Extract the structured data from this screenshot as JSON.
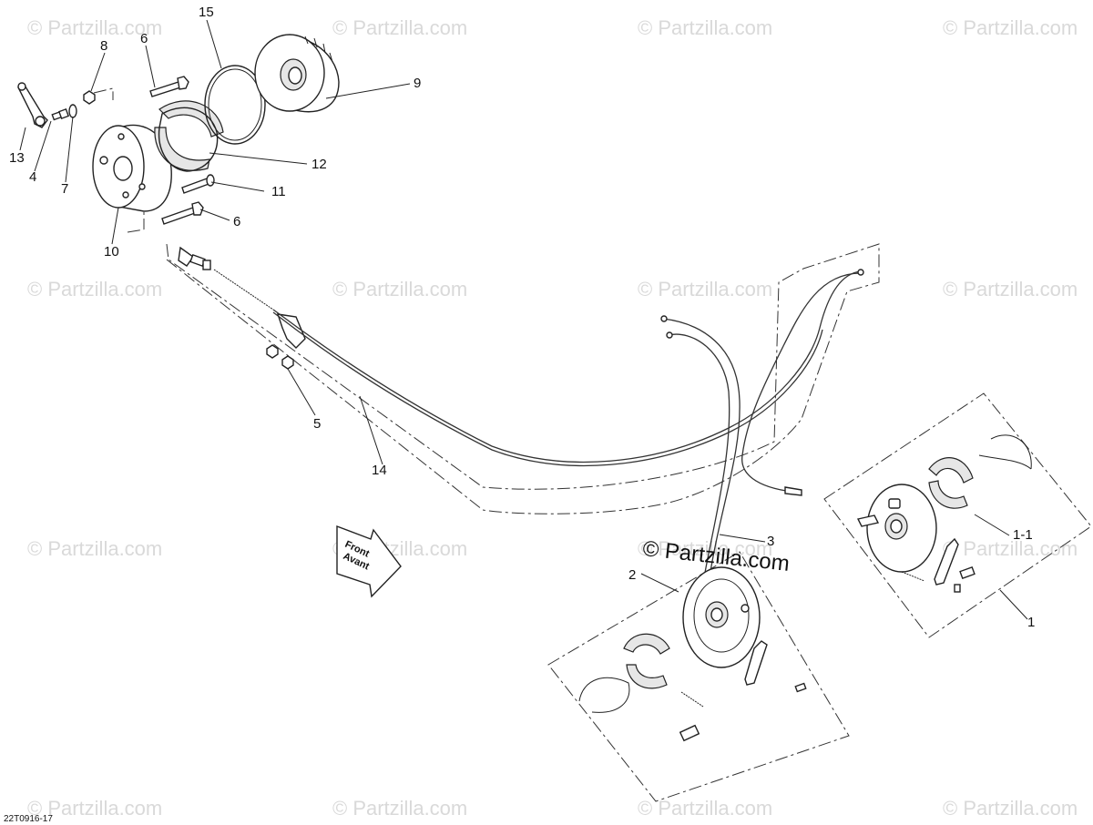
{
  "watermark": {
    "text": "© Partzilla.com",
    "color": "#d9d9d9"
  },
  "brand_watermark": "© Partzilla.com",
  "drawing_code": "22T0916-17",
  "direction_arrow": {
    "line1": "Front",
    "line2": "Avant"
  },
  "callouts": [
    "15",
    "8",
    "6",
    "9",
    "13",
    "4",
    "7",
    "12",
    "11",
    "6",
    "10",
    "5",
    "14",
    "3",
    "2",
    "1-1",
    "1"
  ]
}
